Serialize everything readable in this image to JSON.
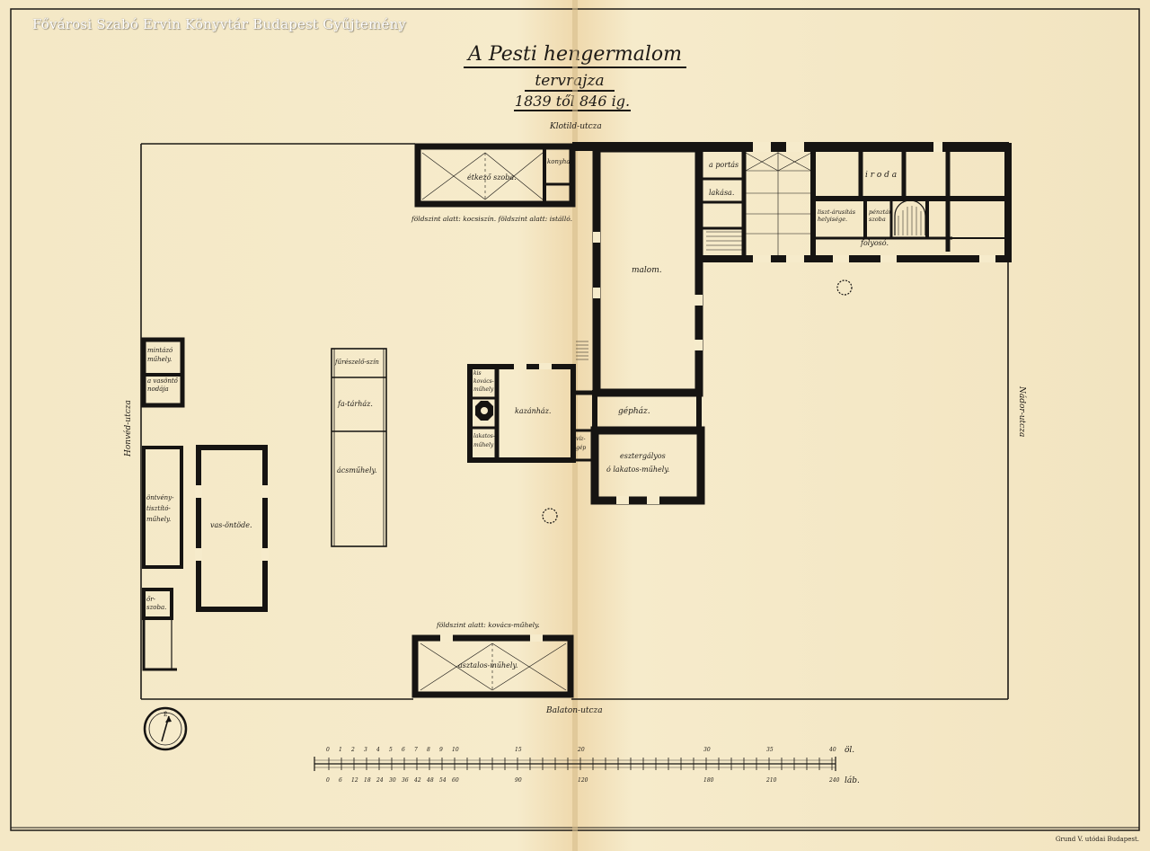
{
  "watermark": "Fővárosi Szabó Ervin Könyvtár Budapest Gyűjtemény",
  "title": {
    "line1": "A Pesti hengermalom",
    "line2": "tervrajza",
    "line3": "1839 től 846 ig."
  },
  "streets": {
    "top": "Klotild-utcza",
    "bottom": "Balaton-utcza",
    "left": "Honvéd-utcza",
    "right": "Nádor-utcza"
  },
  "rooms": {
    "etkezo": "étkező szoba.",
    "konyha": "konyha",
    "under_top": "földszint alatt: kocsiszín. földszint alatt: istálló.",
    "malom": "malom.",
    "portas": "a portás",
    "lakasa": "lakása.",
    "iroda": "i r o d a",
    "arusitas": "liszt-árusítás helyisége.",
    "penztar": "pénztár szoba",
    "folyoso": "folyosó.",
    "mintazo": "mintázó műhely.",
    "vasonto_nodaja": "a vasöntő nodája",
    "onteveny": "öntvény-tisztító-műhely.",
    "vasontode": "vas-öntöde.",
    "fur_szoba": "őr-szoba.",
    "fuszinhaz": "fűrészelő-szín",
    "fatarhaz": "fa-tárház.",
    "acelmuhely": "ácsműhely.",
    "kis_kovacs": "kis kovács-műhely",
    "lakatos": "lakatos-műhely",
    "kazanhaz": "kazánház.",
    "gephaz": "gépház.",
    "viz": "víz-gép",
    "esztergalyos": "esztergályos",
    "lakatos_muhely": "ó lakatos-műhely.",
    "under_bottom": "földszint alatt: kovács-műhely.",
    "asztalos": "asztalos-műhely."
  },
  "scale": {
    "top_ticks": [
      "0",
      "1",
      "2",
      "3",
      "4",
      "5",
      "6",
      "7",
      "8",
      "9",
      "10",
      "15",
      "20",
      "30",
      "35",
      "40"
    ],
    "top_unit": "öl.",
    "bottom_ticks": [
      "0",
      "6",
      "12",
      "18",
      "24",
      "30",
      "36",
      "42",
      "48",
      "54",
      "60",
      "90",
      "120",
      "180",
      "210",
      "240"
    ],
    "bottom_unit": "láb."
  },
  "credit": "Grund V. utódai Budapest."
}
